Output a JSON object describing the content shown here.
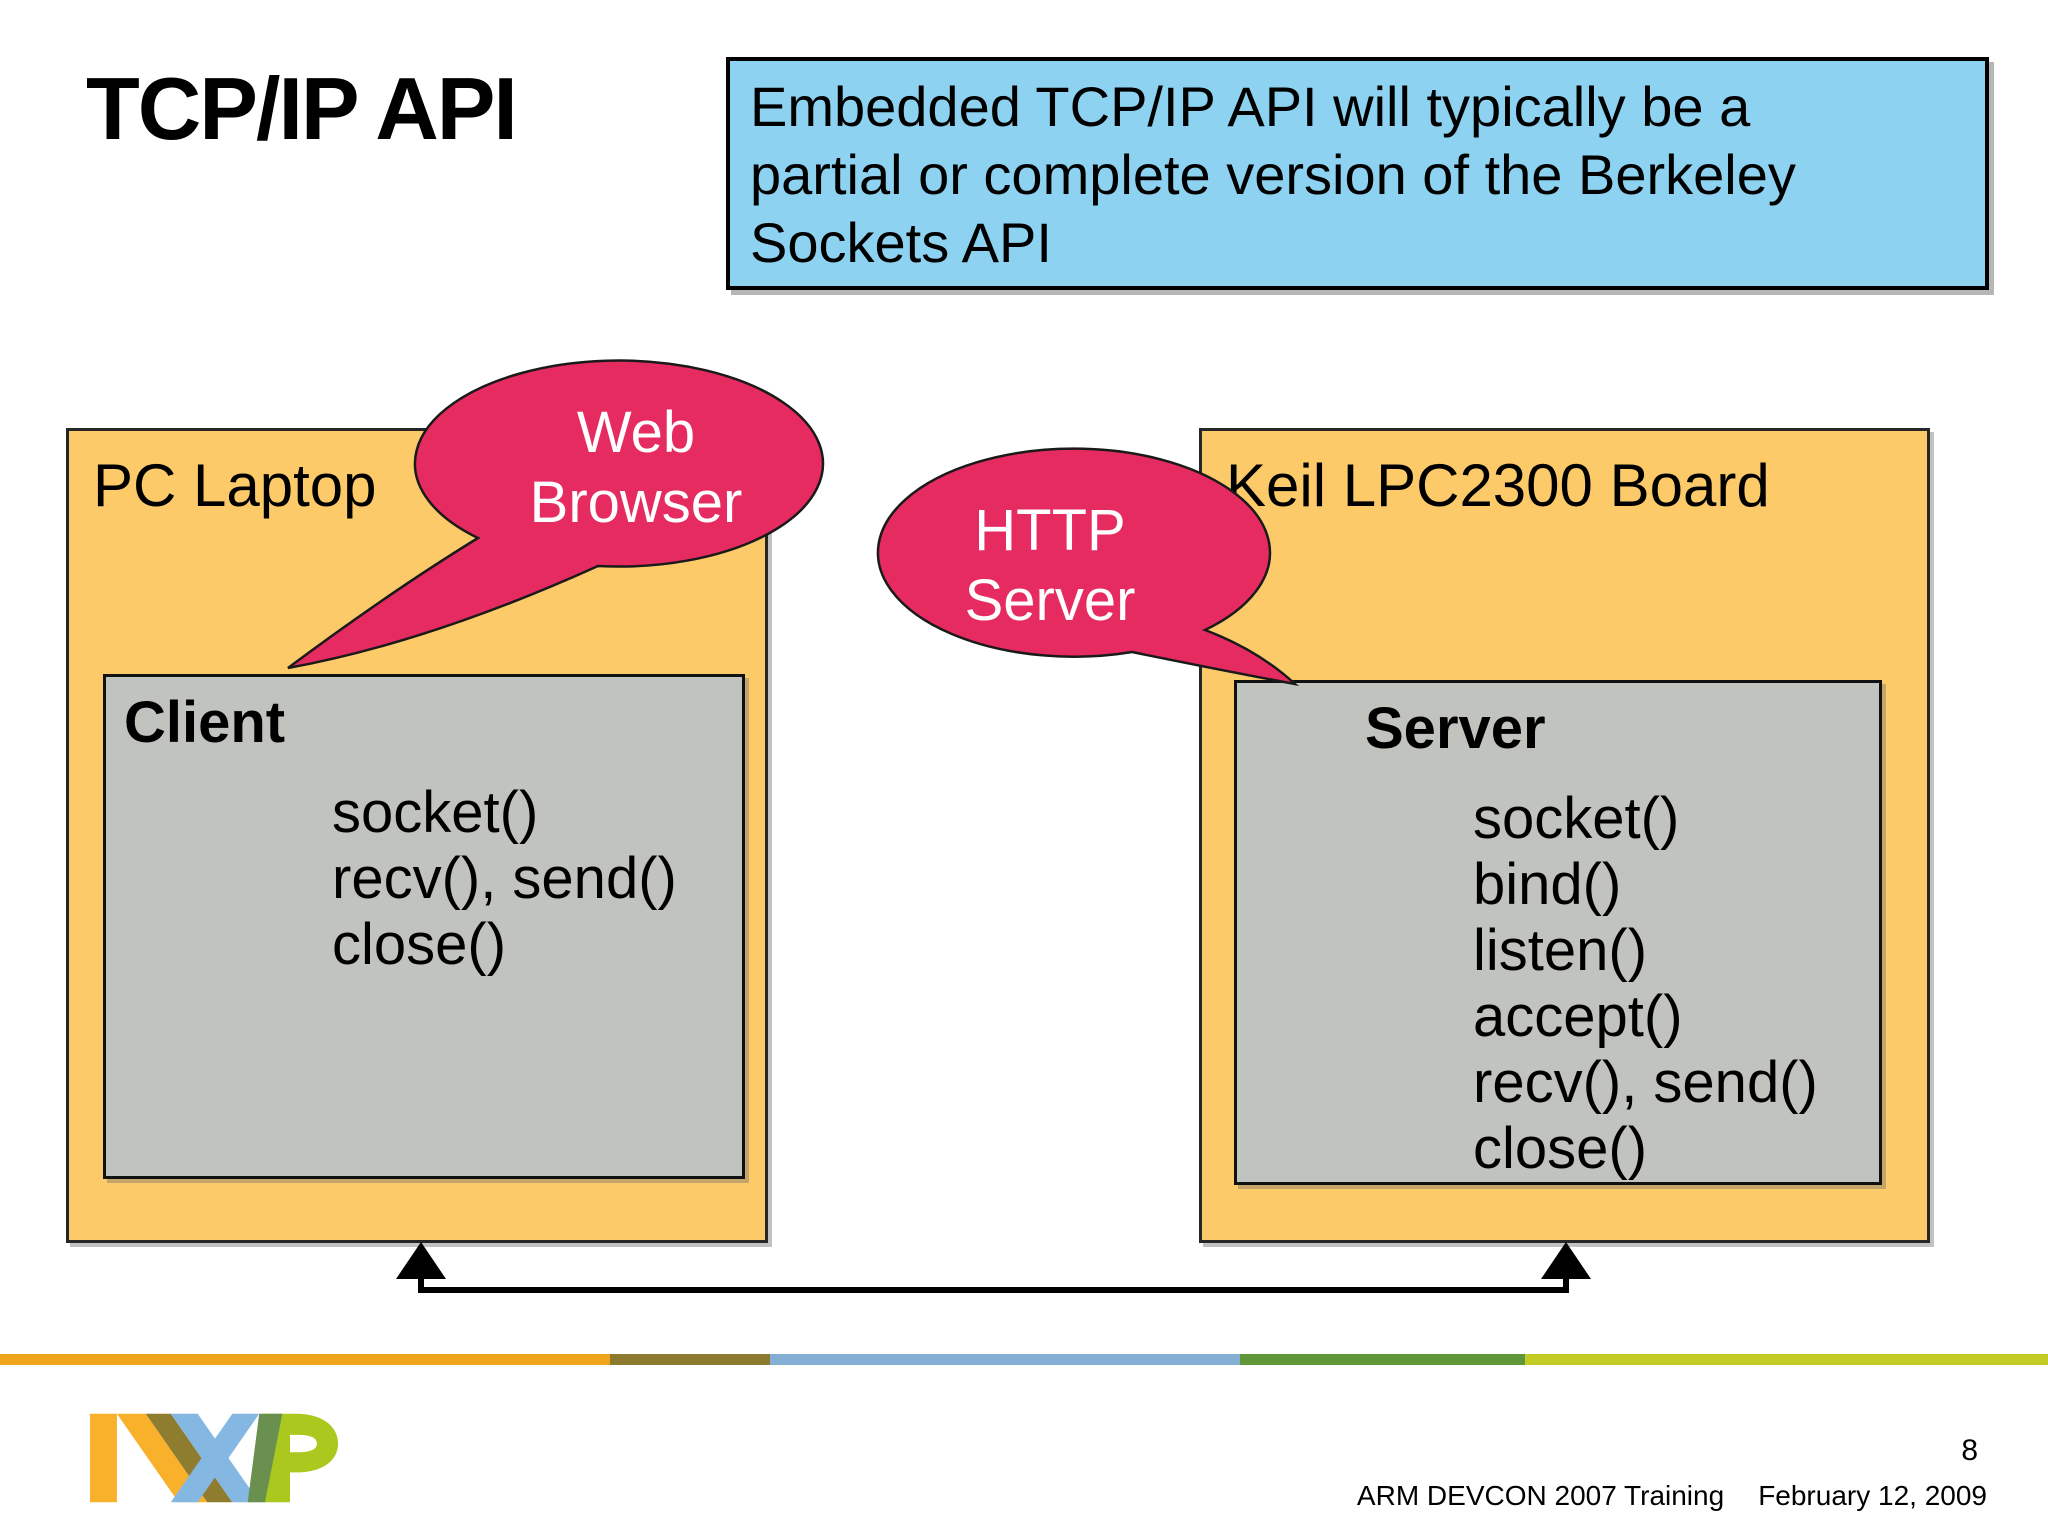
{
  "slide": {
    "title": "TCP/IP API",
    "callout": {
      "lines": [
        "Embedded TCP/IP API will typically be a",
        "partial or complete version of the Berkeley",
        "Sockets API"
      ]
    },
    "left_panel": {
      "label": "PC Laptop",
      "box_title": "Client",
      "functions": [
        "socket()",
        "recv(), send()",
        "close()"
      ]
    },
    "right_panel": {
      "label": "Keil LPC2300 Board",
      "box_title": "Server",
      "functions": [
        "socket()",
        "bind()",
        "listen()",
        "accept()",
        "recv(), send()",
        "close()"
      ]
    },
    "bubbles": {
      "web": {
        "line1": "Web",
        "line2": "Browser"
      },
      "http": {
        "line1": "HTTP",
        "line2": "Server"
      }
    },
    "footer": {
      "page_number": "8",
      "event": "ARM DEVCON 2007 Training",
      "date": "February 12, 2009"
    },
    "colors": {
      "panel": "#FCCA69",
      "inner_box": "#C1C3BF",
      "callout_bg": "#8DD2F0",
      "bubble": "#E62B60",
      "stripe": [
        "#F0A41C",
        "#8C7B2F",
        "#84AFD5",
        "#5F9638",
        "#C2CC25"
      ],
      "logo_n": "#F9B02B",
      "logo_x": "#85B7E3",
      "logo_p": "#ABC81F",
      "logo_nx": "#8E7C2F",
      "logo_xp": "#69904F"
    }
  }
}
